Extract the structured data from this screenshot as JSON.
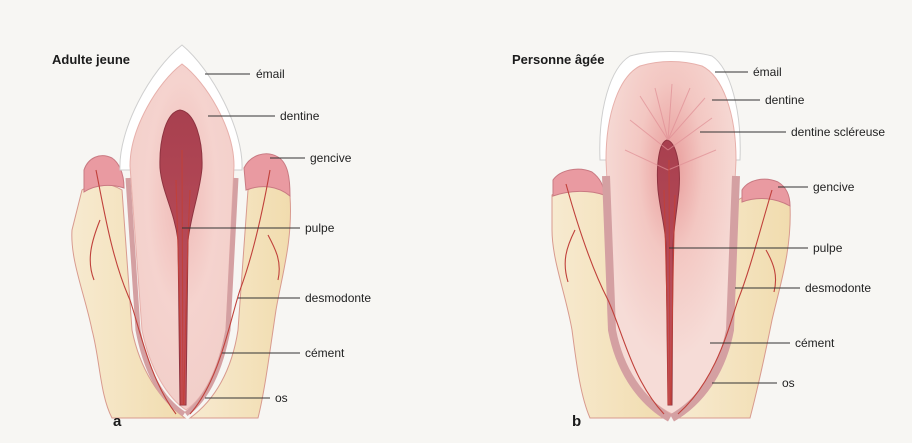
{
  "panels": [
    {
      "title": "Adulte jeune",
      "letter": "a",
      "labels": {
        "email": "émail",
        "dentine": "dentine",
        "gencive": "gencive",
        "pulpe": "pulpe",
        "desmodonte": "desmodonte",
        "cement": "cément",
        "os": "os"
      }
    },
    {
      "title": "Personne âgée",
      "letter": "b",
      "labels": {
        "email": "émail",
        "dentine": "dentine",
        "dentine_scleureuse": "dentine scléreuse",
        "gencive": "gencive",
        "pulpe": "pulpe",
        "desmodonte": "desmodonte",
        "cement": "cément",
        "os": "os"
      }
    }
  ],
  "colors": {
    "enamel": "#ffffff",
    "dentine": "#f3c9c4",
    "pulp": "#b84a57",
    "gum": "#e99aa1",
    "bone": "#f4e3ba",
    "cementum": "#d7a3a3",
    "vessel": "#c0413b",
    "leader": "#333333"
  }
}
